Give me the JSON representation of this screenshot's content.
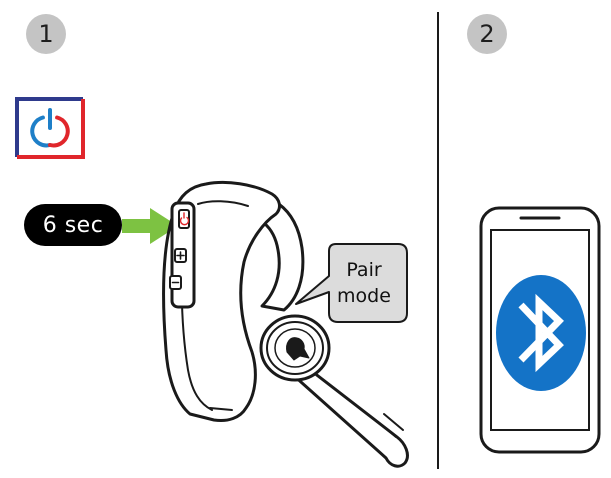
{
  "steps": [
    {
      "number": "1"
    },
    {
      "number": "2"
    }
  ],
  "timer_label": "6 sec",
  "callout": {
    "line1": "Pair",
    "line2": "mode"
  },
  "icons": {
    "power": "power-button-icon",
    "arrow": "green-arrow-icon",
    "headset": "bluetooth-headset-illustration",
    "phone": "smartphone-illustration",
    "bluetooth": "bluetooth-icon"
  },
  "colors": {
    "power_box_top_left": "#2e3a8c",
    "power_box_bottom_right": "#e0262b",
    "power_symbol_blue": "#1e7fc8",
    "power_symbol_red": "#e0262b",
    "arrow_green": "#7dc242",
    "bluetooth_blue": "#1473c7",
    "badge_gray": "#c4c4c4",
    "callout_gray": "#dcdcdc"
  }
}
